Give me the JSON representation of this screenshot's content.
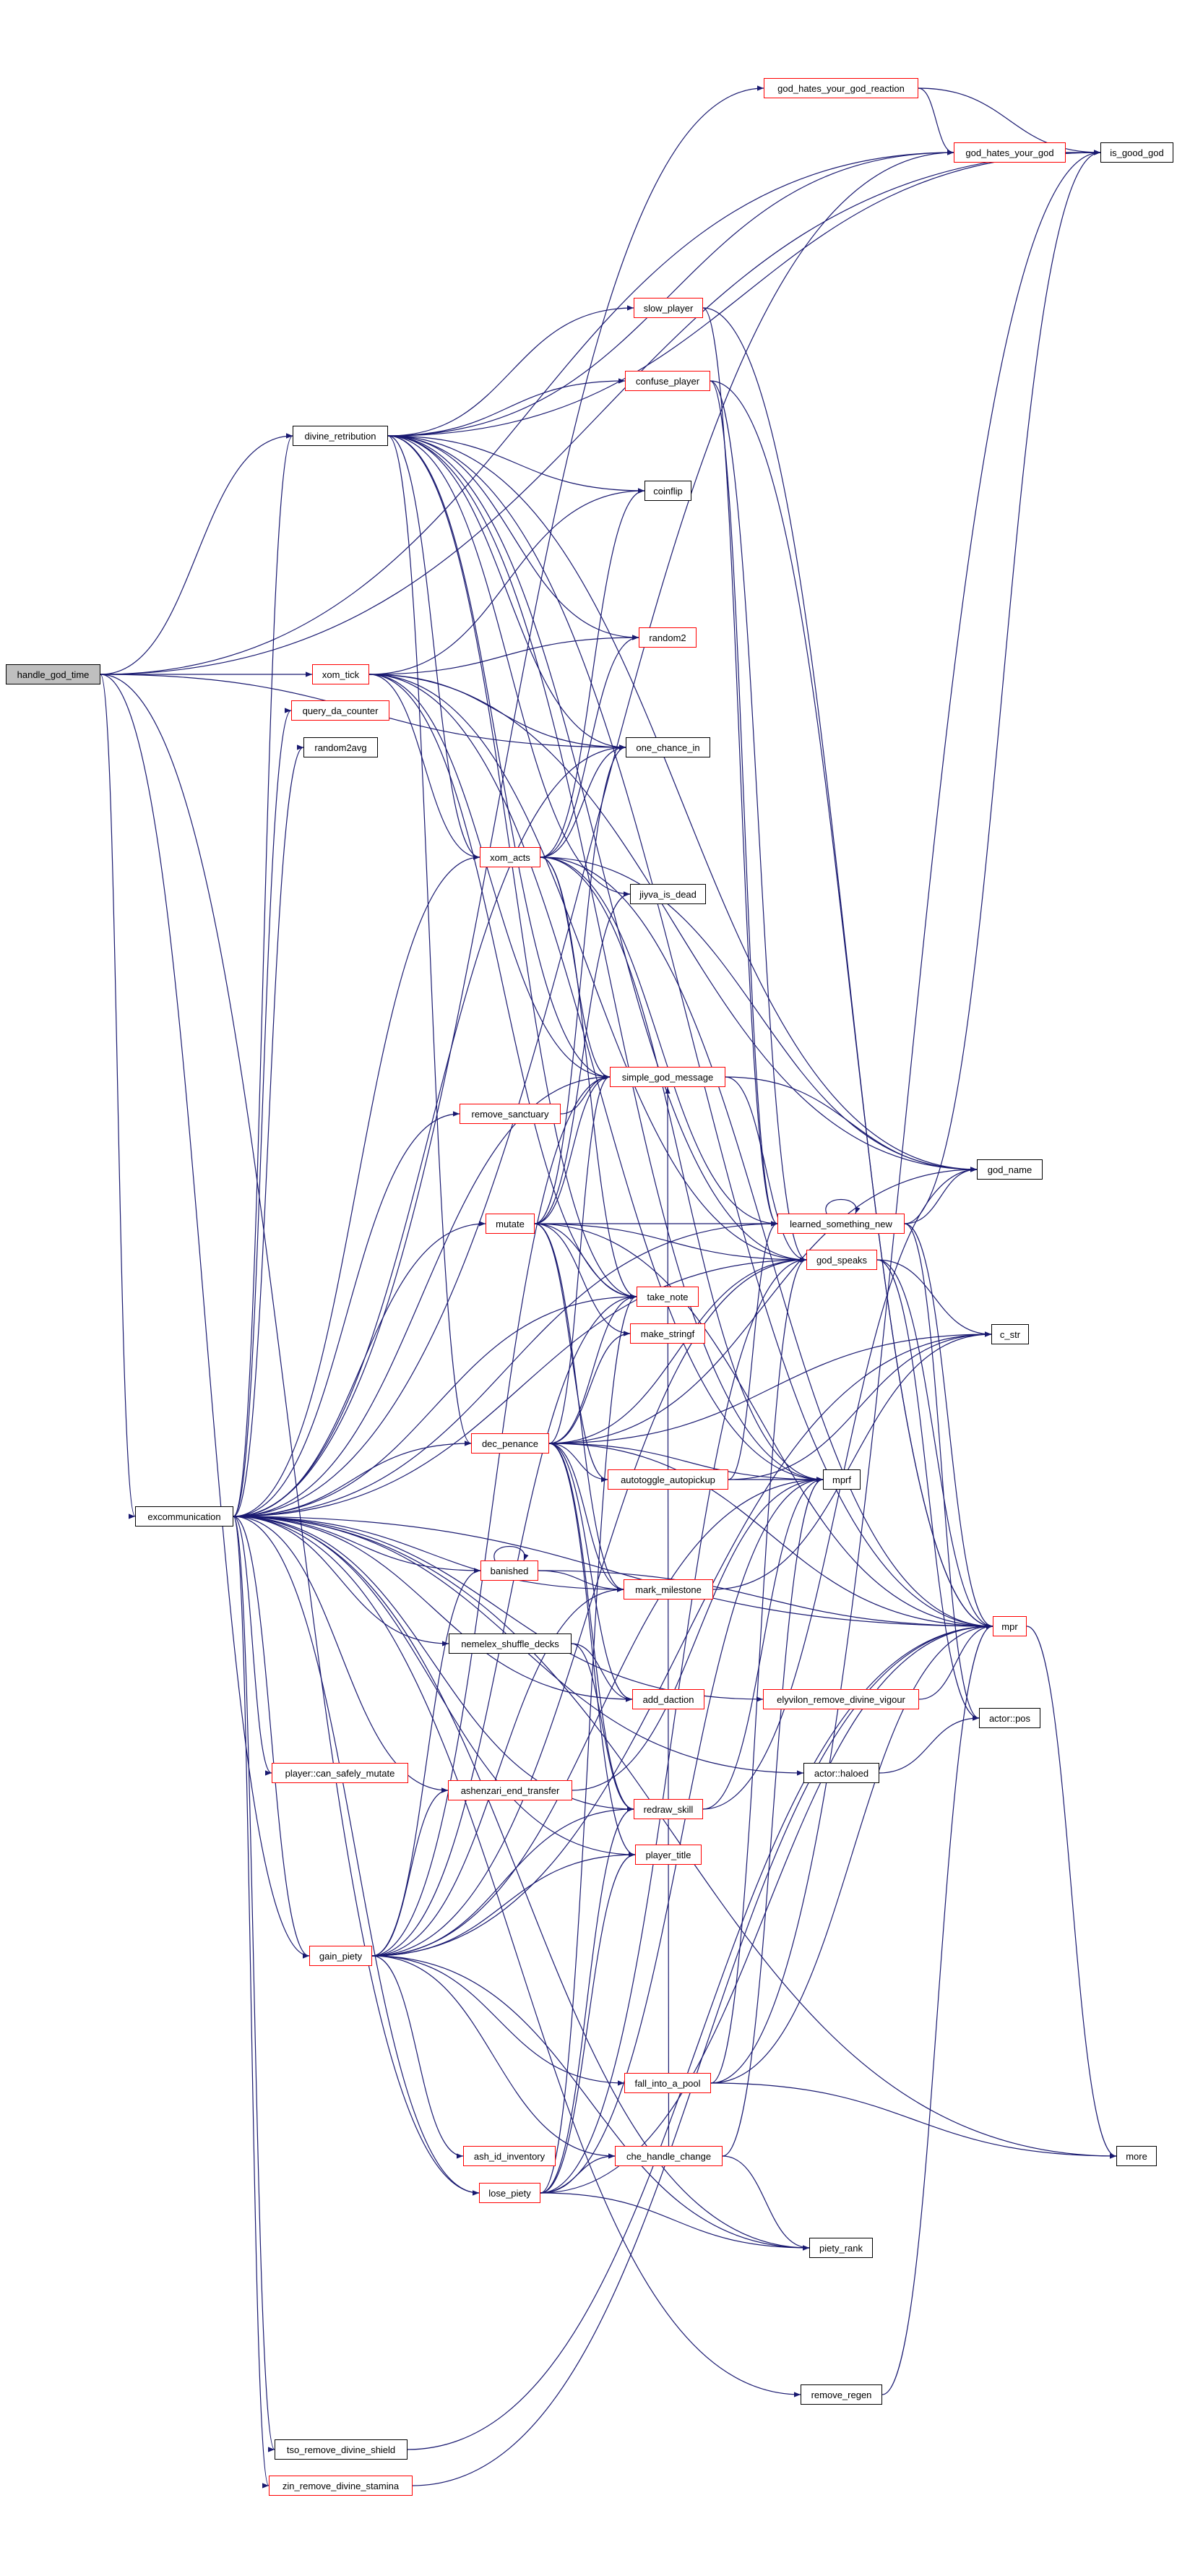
{
  "graph": {
    "title": "handle_god_time call graph",
    "colors": {
      "edge": "#191970",
      "truncated_border": "#ff0000",
      "normal_border": "#000000",
      "root_fill": "#bfbfbf"
    },
    "nodes": [
      {
        "id": "handle_god_time",
        "label": "handle_god_time",
        "root": true,
        "truncated": false
      },
      {
        "id": "divine_retribution",
        "label": "divine_retribution",
        "truncated": false
      },
      {
        "id": "xom_tick",
        "label": "xom_tick",
        "truncated": true
      },
      {
        "id": "query_da_counter",
        "label": "query_da_counter",
        "truncated": true
      },
      {
        "id": "random2avg",
        "label": "random2avg",
        "truncated": false
      },
      {
        "id": "excommunication",
        "label": "excommunication",
        "truncated": false
      },
      {
        "id": "gain_piety",
        "label": "gain_piety",
        "truncated": true
      },
      {
        "id": "lose_piety",
        "label": "lose_piety",
        "truncated": true
      },
      {
        "id": "tso_remove_divine_shield",
        "label": "tso_remove_divine_shield",
        "truncated": false
      },
      {
        "id": "zin_remove_divine_stamina",
        "label": "zin_remove_divine_stamina",
        "truncated": true
      },
      {
        "id": "god_hates_your_god_reaction",
        "label": "god_hates_your_god_reaction",
        "truncated": true
      },
      {
        "id": "god_hates_your_god",
        "label": "god_hates_your_god",
        "truncated": true
      },
      {
        "id": "is_good_god",
        "label": "is_good_god",
        "truncated": false
      },
      {
        "id": "slow_player",
        "label": "slow_player",
        "truncated": true
      },
      {
        "id": "confuse_player",
        "label": "confuse_player",
        "truncated": true
      },
      {
        "id": "coinflip",
        "label": "coinflip",
        "truncated": false
      },
      {
        "id": "random2",
        "label": "random2",
        "truncated": true
      },
      {
        "id": "one_chance_in",
        "label": "one_chance_in",
        "truncated": false
      },
      {
        "id": "xom_acts",
        "label": "xom_acts",
        "truncated": true
      },
      {
        "id": "jiyva_is_dead",
        "label": "jiyva_is_dead",
        "truncated": false
      },
      {
        "id": "simple_god_message",
        "label": "simple_god_message",
        "truncated": true
      },
      {
        "id": "remove_sanctuary",
        "label": "remove_sanctuary",
        "truncated": true
      },
      {
        "id": "god_name",
        "label": "god_name",
        "truncated": false
      },
      {
        "id": "mutate",
        "label": "mutate",
        "truncated": true
      },
      {
        "id": "learned_something_new",
        "label": "learned_something_new",
        "truncated": true
      },
      {
        "id": "god_speaks",
        "label": "god_speaks",
        "truncated": true
      },
      {
        "id": "take_note",
        "label": "take_note",
        "truncated": true
      },
      {
        "id": "make_stringf",
        "label": "make_stringf",
        "truncated": true
      },
      {
        "id": "c_str",
        "label": "c_str",
        "truncated": false
      },
      {
        "id": "dec_penance",
        "label": "dec_penance",
        "truncated": true
      },
      {
        "id": "autotoggle_autopickup",
        "label": "autotoggle_autopickup",
        "truncated": true
      },
      {
        "id": "mprf",
        "label": "mprf",
        "truncated": false
      },
      {
        "id": "banished",
        "label": "banished",
        "truncated": true
      },
      {
        "id": "mark_milestone",
        "label": "mark_milestone",
        "truncated": true
      },
      {
        "id": "mpr",
        "label": "mpr",
        "truncated": true
      },
      {
        "id": "nemelex_shuffle_decks",
        "label": "nemelex_shuffle_decks",
        "truncated": false
      },
      {
        "id": "add_daction",
        "label": "add_daction",
        "truncated": true
      },
      {
        "id": "elyvilon_remove_divine_vigour",
        "label": "elyvilon_remove_divine_vigour",
        "truncated": true
      },
      {
        "id": "actor_pos",
        "label": "actor::pos",
        "truncated": false
      },
      {
        "id": "actor_haloed",
        "label": "actor::haloed",
        "truncated": false
      },
      {
        "id": "player_can_safely_mutate",
        "label": "player::can_safely_mutate",
        "truncated": true
      },
      {
        "id": "ashenzari_end_transfer",
        "label": "ashenzari_end_transfer",
        "truncated": true
      },
      {
        "id": "redraw_skill",
        "label": "redraw_skill",
        "truncated": true
      },
      {
        "id": "player_title",
        "label": "player_title",
        "truncated": true
      },
      {
        "id": "fall_into_a_pool",
        "label": "fall_into_a_pool",
        "truncated": true
      },
      {
        "id": "ash_id_inventory",
        "label": "ash_id_inventory",
        "truncated": true
      },
      {
        "id": "che_handle_change",
        "label": "che_handle_change",
        "truncated": true
      },
      {
        "id": "more",
        "label": "more",
        "truncated": false
      },
      {
        "id": "piety_rank",
        "label": "piety_rank",
        "truncated": false
      },
      {
        "id": "remove_regen",
        "label": "remove_regen",
        "truncated": false
      }
    ],
    "edges": [
      [
        "handle_god_time",
        "divine_retribution"
      ],
      [
        "handle_god_time",
        "xom_tick"
      ],
      [
        "handle_god_time",
        "excommunication"
      ],
      [
        "handle_god_time",
        "gain_piety"
      ],
      [
        "handle_god_time",
        "lose_piety"
      ],
      [
        "handle_god_time",
        "one_chance_in"
      ],
      [
        "handle_god_time",
        "god_hates_your_god"
      ],
      [
        "handle_god_time",
        "is_good_god"
      ],
      [
        "divine_retribution",
        "god_hates_your_god"
      ],
      [
        "divine_retribution",
        "slow_player"
      ],
      [
        "divine_retribution",
        "confuse_player"
      ],
      [
        "divine_retribution",
        "coinflip"
      ],
      [
        "divine_retribution",
        "random2"
      ],
      [
        "divine_retribution",
        "one_chance_in"
      ],
      [
        "divine_retribution",
        "xom_acts"
      ],
      [
        "divine_retribution",
        "jiyva_is_dead"
      ],
      [
        "divine_retribution",
        "simple_god_message"
      ],
      [
        "divine_retribution",
        "god_speaks"
      ],
      [
        "divine_retribution",
        "mpr"
      ],
      [
        "divine_retribution",
        "mprf"
      ],
      [
        "divine_retribution",
        "take_note"
      ],
      [
        "divine_retribution",
        "dec_penance"
      ],
      [
        "divine_retribution",
        "god_name"
      ],
      [
        "divine_retribution",
        "is_good_god"
      ],
      [
        "xom_tick",
        "random2"
      ],
      [
        "xom_tick",
        "one_chance_in"
      ],
      [
        "xom_tick",
        "xom_acts"
      ],
      [
        "xom_tick",
        "coinflip"
      ],
      [
        "xom_tick",
        "simple_god_message"
      ],
      [
        "xom_tick",
        "god_speaks"
      ],
      [
        "xom_tick",
        "take_note"
      ],
      [
        "xom_tick",
        "mprf"
      ],
      [
        "xom_tick",
        "god_name"
      ],
      [
        "xom_acts",
        "one_chance_in"
      ],
      [
        "xom_acts",
        "random2"
      ],
      [
        "xom_acts",
        "coinflip"
      ],
      [
        "xom_acts",
        "simple_god_message"
      ],
      [
        "xom_acts",
        "god_name"
      ],
      [
        "xom_acts",
        "mpr"
      ],
      [
        "xom_acts",
        "take_note"
      ],
      [
        "xom_acts",
        "mprf"
      ],
      [
        "xom_acts",
        "learned_something_new"
      ],
      [
        "excommunication",
        "divine_retribution"
      ],
      [
        "excommunication",
        "query_da_counter"
      ],
      [
        "excommunication",
        "random2avg"
      ],
      [
        "excommunication",
        "xom_acts"
      ],
      [
        "excommunication",
        "simple_god_message"
      ],
      [
        "excommunication",
        "remove_sanctuary"
      ],
      [
        "excommunication",
        "mutate"
      ],
      [
        "excommunication",
        "learned_something_new"
      ],
      [
        "excommunication",
        "god_speaks"
      ],
      [
        "excommunication",
        "take_note"
      ],
      [
        "excommunication",
        "dec_penance"
      ],
      [
        "excommunication",
        "banished"
      ],
      [
        "excommunication",
        "nemelex_shuffle_decks"
      ],
      [
        "excommunication",
        "add_daction"
      ],
      [
        "excommunication",
        "player_can_safely_mutate"
      ],
      [
        "excommunication",
        "ashenzari_end_transfer"
      ],
      [
        "excommunication",
        "redraw_skill"
      ],
      [
        "excommunication",
        "player_title"
      ],
      [
        "excommunication",
        "gain_piety"
      ],
      [
        "excommunication",
        "lose_piety"
      ],
      [
        "excommunication",
        "tso_remove_divine_shield"
      ],
      [
        "excommunication",
        "zin_remove_divine_stamina"
      ],
      [
        "excommunication",
        "remove_regen"
      ],
      [
        "excommunication",
        "piety_rank"
      ],
      [
        "excommunication",
        "god_hates_your_god_reaction"
      ],
      [
        "excommunication",
        "god_hates_your_god"
      ],
      [
        "excommunication",
        "mpr"
      ],
      [
        "excommunication",
        "mark_milestone"
      ],
      [
        "excommunication",
        "one_chance_in"
      ],
      [
        "excommunication",
        "more"
      ],
      [
        "excommunication",
        "actor_haloed"
      ],
      [
        "excommunication",
        "elyvilon_remove_divine_vigour"
      ],
      [
        "god_hates_your_god_reaction",
        "god_hates_your_god"
      ],
      [
        "god_hates_your_god_reaction",
        "is_good_god"
      ],
      [
        "god_hates_your_god",
        "is_good_god"
      ],
      [
        "slow_player",
        "mpr"
      ],
      [
        "slow_player",
        "learned_something_new"
      ],
      [
        "confuse_player",
        "mpr"
      ],
      [
        "confuse_player",
        "learned_something_new"
      ],
      [
        "confuse_player",
        "god_speaks"
      ],
      [
        "remove_sanctuary",
        "simple_god_message"
      ],
      [
        "mutate",
        "simple_god_message"
      ],
      [
        "mutate",
        "take_note"
      ],
      [
        "mutate",
        "god_speaks"
      ],
      [
        "mutate",
        "mpr"
      ],
      [
        "mutate",
        "learned_something_new"
      ],
      [
        "mutate",
        "make_stringf"
      ],
      [
        "mutate",
        "autotoggle_autopickup"
      ],
      [
        "mutate",
        "one_chance_in"
      ],
      [
        "mutate",
        "jiyva_is_dead"
      ],
      [
        "mutate",
        "mark_milestone"
      ],
      [
        "learned_something_new",
        "learned_something_new"
      ],
      [
        "learned_something_new",
        "god_name"
      ],
      [
        "learned_something_new",
        "mpr"
      ],
      [
        "learned_something_new",
        "is_good_god"
      ],
      [
        "learned_something_new",
        "actor_pos"
      ],
      [
        "god_speaks",
        "c_str"
      ],
      [
        "god_speaks",
        "mpr"
      ],
      [
        "god_speaks",
        "actor_pos"
      ],
      [
        "simple_god_message",
        "god_name"
      ],
      [
        "simple_god_message",
        "god_speaks"
      ],
      [
        "dec_penance",
        "simple_god_message"
      ],
      [
        "dec_penance",
        "take_note"
      ],
      [
        "dec_penance",
        "make_stringf"
      ],
      [
        "dec_penance",
        "autotoggle_autopickup"
      ],
      [
        "dec_penance",
        "mprf"
      ],
      [
        "dec_penance",
        "mpr"
      ],
      [
        "dec_penance",
        "mark_milestone"
      ],
      [
        "dec_penance",
        "add_daction"
      ],
      [
        "dec_penance",
        "redraw_skill"
      ],
      [
        "dec_penance",
        "god_name"
      ],
      [
        "dec_penance",
        "c_str"
      ],
      [
        "dec_penance",
        "player_title"
      ],
      [
        "dec_penance",
        "god_speaks"
      ],
      [
        "autotoggle_autopickup",
        "mprf"
      ],
      [
        "autotoggle_autopickup",
        "c_str"
      ],
      [
        "autotoggle_autopickup",
        "learned_something_new"
      ],
      [
        "banished",
        "banished"
      ],
      [
        "banished",
        "mark_milestone"
      ],
      [
        "banished",
        "mpr"
      ],
      [
        "mark_milestone",
        "c_str"
      ],
      [
        "nemelex_shuffle_decks",
        "add_daction"
      ],
      [
        "nemelex_shuffle_decks",
        "redraw_skill"
      ],
      [
        "elyvilon_remove_divine_vigour",
        "mpr"
      ],
      [
        "actor_haloed",
        "actor_pos"
      ],
      [
        "ashenzari_end_transfer",
        "mprf"
      ],
      [
        "redraw_skill",
        "mprf"
      ],
      [
        "redraw_skill",
        "god_name"
      ],
      [
        "gain_piety",
        "redraw_skill"
      ],
      [
        "gain_piety",
        "player_title"
      ],
      [
        "gain_piety",
        "take_note"
      ],
      [
        "gain_piety",
        "mark_milestone"
      ],
      [
        "gain_piety",
        "simple_god_message"
      ],
      [
        "gain_piety",
        "god_speaks"
      ],
      [
        "gain_piety",
        "ash_id_inventory"
      ],
      [
        "gain_piety",
        "che_handle_change"
      ],
      [
        "gain_piety",
        "piety_rank"
      ],
      [
        "gain_piety",
        "fall_into_a_pool"
      ],
      [
        "gain_piety",
        "ashenzari_end_transfer"
      ],
      [
        "gain_piety",
        "banished"
      ],
      [
        "gain_piety",
        "c_str"
      ],
      [
        "gain_piety",
        "mprf"
      ],
      [
        "fall_into_a_pool",
        "more"
      ],
      [
        "fall_into_a_pool",
        "mpr"
      ],
      [
        "fall_into_a_pool",
        "is_good_god"
      ],
      [
        "fall_into_a_pool",
        "god_speaks"
      ],
      [
        "lose_piety",
        "che_handle_change"
      ],
      [
        "lose_piety",
        "piety_rank"
      ],
      [
        "lose_piety",
        "redraw_skill"
      ],
      [
        "lose_piety",
        "player_title"
      ],
      [
        "lose_piety",
        "mprf"
      ],
      [
        "lose_piety",
        "take_note"
      ],
      [
        "lose_piety",
        "god_speaks"
      ],
      [
        "lose_piety",
        "mpr"
      ],
      [
        "che_handle_change",
        "piety_rank"
      ],
      [
        "che_handle_change",
        "mprf"
      ],
      [
        "che_handle_change",
        "simple_god_message"
      ],
      [
        "remove_regen",
        "mpr"
      ],
      [
        "tso_remove_divine_shield",
        "mpr"
      ],
      [
        "zin_remove_divine_stamina",
        "mpr"
      ],
      [
        "mpr",
        "more"
      ]
    ]
  }
}
